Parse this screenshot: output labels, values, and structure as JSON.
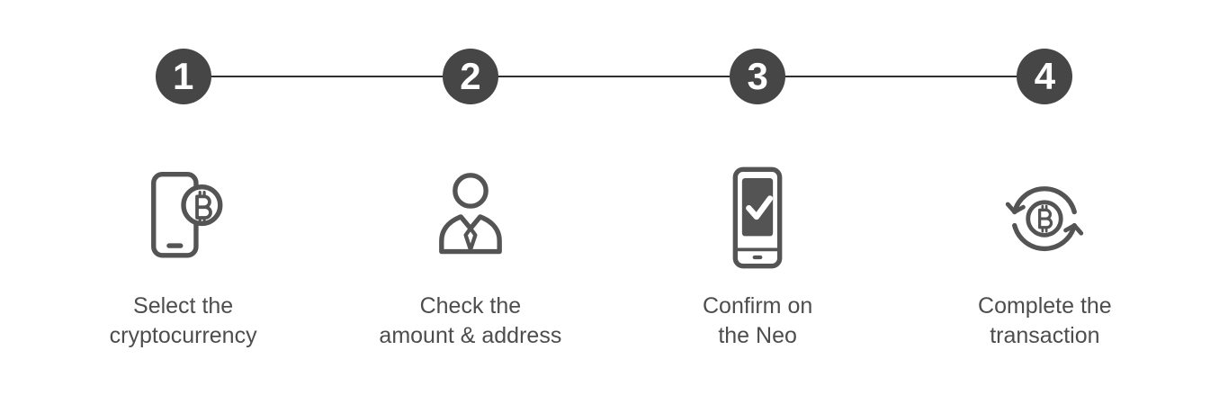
{
  "stepper": {
    "title": "crypto-transaction-steps",
    "colors": {
      "background": "#ffffff",
      "circle_fill": "#464646",
      "number_color": "#ffffff",
      "connector_line": "#2f2f2f",
      "icon_stroke": "#545454",
      "label_text": "#4d4d4d"
    },
    "steps": [
      {
        "number": "1",
        "icon": "smartphone-bitcoin-icon",
        "label_line1": "Select the",
        "label_line2": "cryptocurrency"
      },
      {
        "number": "2",
        "icon": "person-icon",
        "label_line1": "Check the",
        "label_line2": "amount & address"
      },
      {
        "number": "3",
        "icon": "smartphone-check-icon",
        "label_line1": "Confirm on",
        "label_line2": "the Neo"
      },
      {
        "number": "4",
        "icon": "bitcoin-refresh-icon",
        "label_line1": "Complete the",
        "label_line2": "transaction"
      }
    ]
  }
}
